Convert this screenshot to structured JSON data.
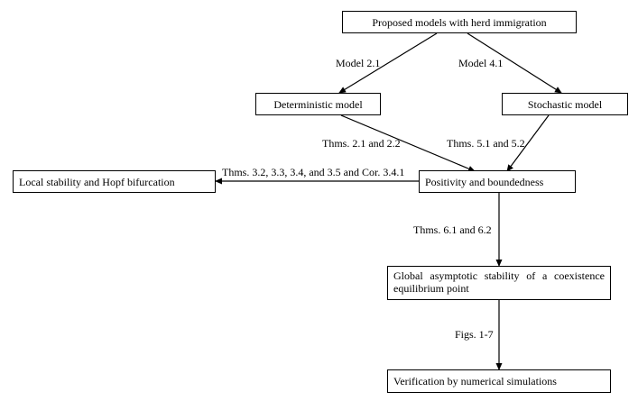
{
  "nodes": {
    "proposed": "Proposed models with herd immigration",
    "deterministic": "Deterministic model",
    "stochastic": "Stochastic model",
    "local_stability": "Local stability and Hopf bifurcation",
    "positivity": "Positivity and boundedness",
    "global_stability": "Global asymptotic stability of a coexistence equilibrium point",
    "verification": "Verification by numerical simulations"
  },
  "edges": {
    "model21": "Model 2.1",
    "model41": "Model 4.1",
    "thms21_22": "Thms. 2.1 and 2.2",
    "thms51_52": "Thms. 5.1 and 5.2",
    "thms32_cor": "Thms. 3.2, 3.3, 3.4, and 3.5 and Cor. 3.4.1",
    "thms61_62": "Thms. 6.1 and 6.2",
    "figs": "Figs. 1-7"
  },
  "colors": {
    "line": "#000000",
    "background": "#ffffff"
  }
}
